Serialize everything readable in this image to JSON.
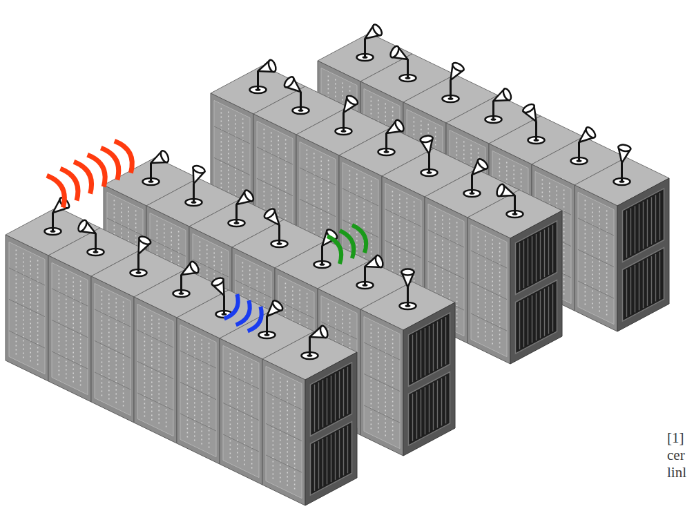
{
  "diagram": {
    "labels": [
      "[1]",
      "cer",
      "linl"
    ]
  }
}
